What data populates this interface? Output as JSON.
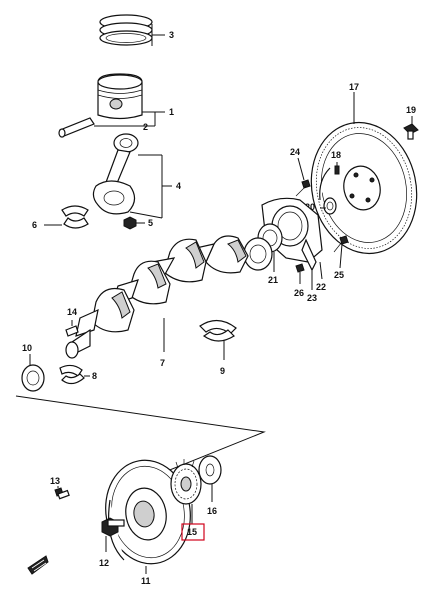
{
  "callouts": {
    "n1": "1",
    "n2": "2",
    "n3": "3",
    "n4": "4",
    "n5": "5",
    "n6": "6",
    "n7": "7",
    "n8": "8",
    "n9": "9",
    "n10": "10",
    "n11": "11",
    "n12": "12",
    "n13": "13",
    "n14": "14",
    "n15": "15",
    "n16": "16",
    "n17": "17",
    "n18": "18",
    "n19": "19",
    "n20": "20",
    "n21": "21",
    "n22": "22",
    "n23": "23",
    "n24": "24",
    "n25": "25",
    "n26": "26"
  },
  "highlighted_callout": "15",
  "colors": {
    "highlight": "#d0021b",
    "line": "#111111"
  }
}
